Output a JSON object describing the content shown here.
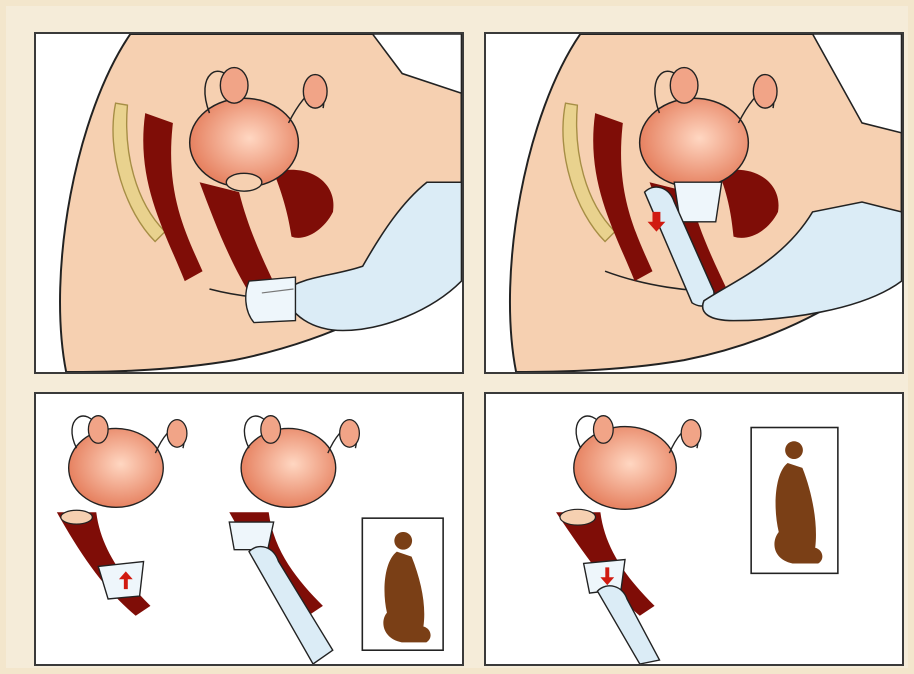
{
  "figure": {
    "panels": [
      {
        "id": "panel-1",
        "content": "fold-and-insert"
      },
      {
        "id": "panel-2",
        "content": "cup-open-in-place"
      },
      {
        "id": "panel-3",
        "content": "rotate-and-remove-squatting"
      },
      {
        "id": "panel-4",
        "content": "pull-out-squatting"
      }
    ],
    "colors": {
      "skin": "#f6d0b1",
      "skin_shade": "#efc09a",
      "organ": "#e98a69",
      "organ_highlight": "#ffd7c2",
      "canal": "#7f0d07",
      "glove": "#dbecf6",
      "cup": "#eef6fb",
      "silhouette": "#7a3f16",
      "arrow": "#d01a10",
      "bone": "#e9d28e"
    }
  }
}
